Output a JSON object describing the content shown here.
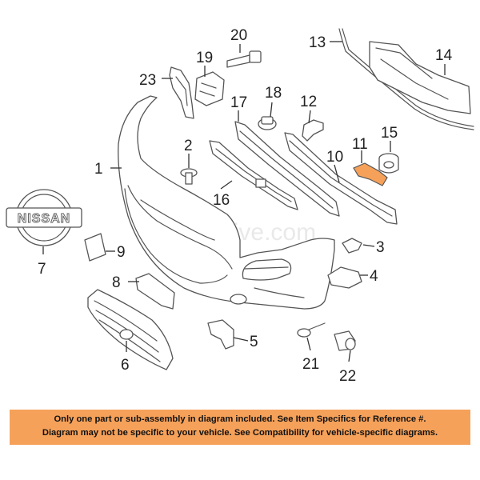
{
  "watermark": "Partomotive.com",
  "emblem_text": "NISSAN",
  "highlight_color": "#f5a15a",
  "callouts": {
    "c1": "1",
    "c2": "2",
    "c3": "3",
    "c4": "4",
    "c5": "5",
    "c6": "6",
    "c7": "7",
    "c8": "8",
    "c9": "9",
    "c10": "10",
    "c11": "11",
    "c12": "12",
    "c13": "13",
    "c14": "14",
    "c15": "15",
    "c16": "16",
    "c17": "17",
    "c18": "18",
    "c19": "19",
    "c20": "20",
    "c21": "21",
    "c22": "22",
    "c23": "23"
  },
  "disclaimer": {
    "line1": "Only one part or sub-assembly in diagram included. See Item Specifics for Reference #.",
    "line2": "Diagram may not be specific to your vehicle. See Compatibility for vehicle-specific diagrams."
  }
}
